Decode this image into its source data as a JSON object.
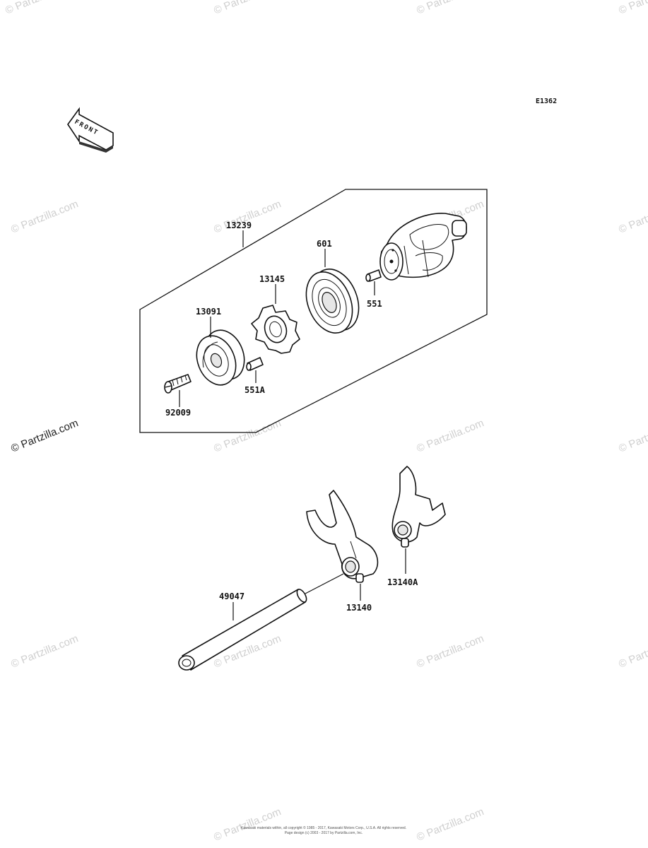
{
  "diagram": {
    "code": "E1362",
    "front_label": "FRONT",
    "watermarks": [
      "© Partzilla.com",
      "© Partzilla.com",
      "© Partzilla.com",
      "© Partzilla.com",
      "© Partzilla.com",
      "© Partzilla.com",
      "© Partzilla.com",
      "© Partzilla.com",
      "© Partzilla.com",
      "© Partzilla.com",
      "© Partzilla.com",
      "© Partzilla.com",
      "© Partzilla.com",
      "© Partzilla.com",
      "© Partzilla.com",
      "© Partzilla.com",
      "© Partzilla.com",
      "© Partzilla.com"
    ],
    "parts": {
      "p13239": "13239",
      "p601": "601",
      "p13145": "13145",
      "p13091": "13091",
      "p551": "551",
      "p551a": "551A",
      "p92009": "92009",
      "p49047": "49047",
      "p13140": "13140",
      "p13140a": "13140A"
    },
    "footer": [
      "Kawasaki materials within, all copyright © 1985 - 2017, Kawasaki Motors Corp., U.S.A. All rights reserved.",
      "Page design (c) 2003 - 2017 by Partzilla.com, Inc."
    ]
  }
}
